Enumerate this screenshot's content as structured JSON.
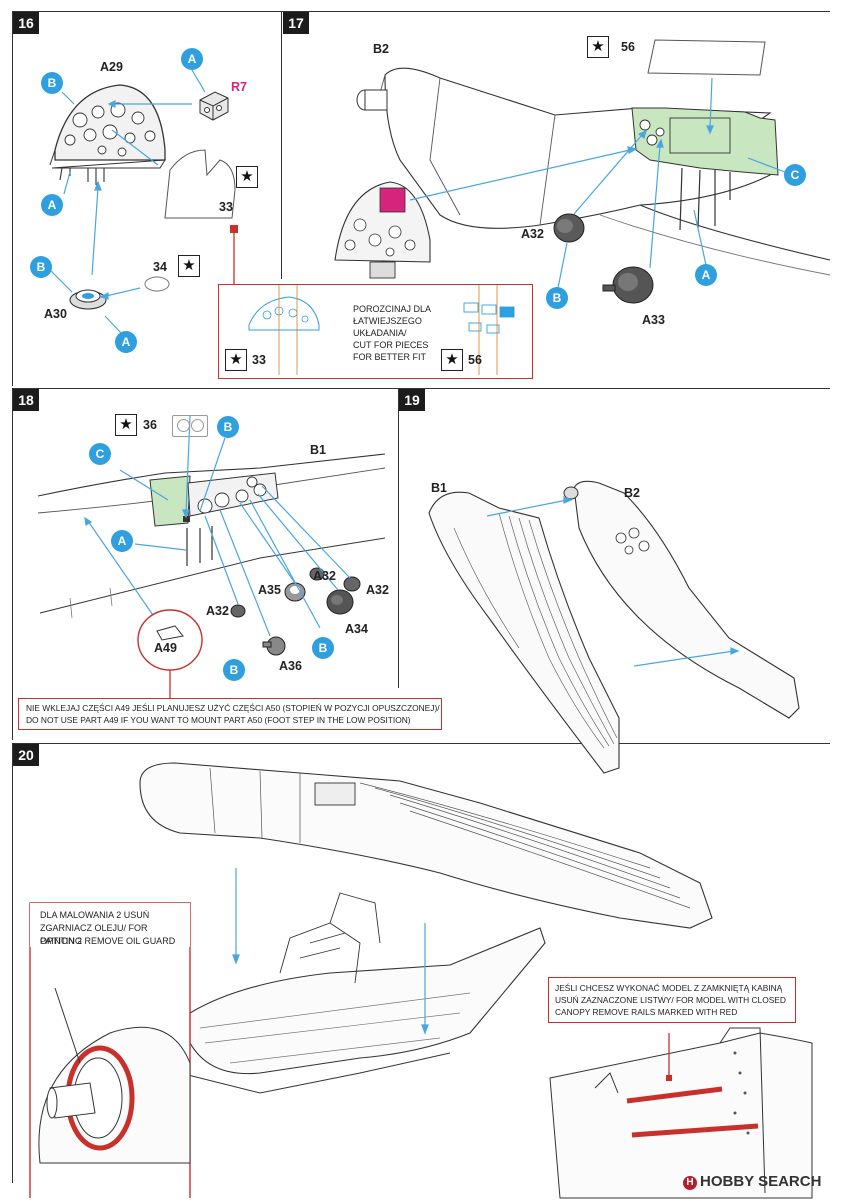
{
  "steps": {
    "s16": {
      "number": "16",
      "labels": {
        "a29": "A29",
        "r7": "R7",
        "p33": "33",
        "p34": "34",
        "a30": "A30"
      },
      "callouts": {
        "b1": "B",
        "a1": "A",
        "a2": "A",
        "b2": "B",
        "a3": "A"
      }
    },
    "s17": {
      "number": "17",
      "labels": {
        "b2": "B2",
        "p56": "56",
        "a32": "A32",
        "a33": "A33"
      },
      "callouts": {
        "c": "C",
        "a": "A",
        "b": "B"
      }
    },
    "s18": {
      "number": "18",
      "labels": {
        "p36": "36",
        "b1": "B1",
        "a35": "A35",
        "a32a": "A32",
        "a32b": "A32",
        "a32c": "A32",
        "a34": "A34",
        "a36": "A36",
        "a49": "A49"
      },
      "callouts": {
        "b1": "B",
        "c": "C",
        "a": "A",
        "b2": "B",
        "b3": "B"
      }
    },
    "s19": {
      "number": "19",
      "labels": {
        "b1": "B1",
        "b2": "B2"
      }
    },
    "s20": {
      "number": "20"
    }
  },
  "cut_note": {
    "text_lines": [
      "POROZCINAJ DLA",
      "ŁATWIEJSZEGO",
      "UKŁADANIA/",
      "CUT FOR PIECES",
      "FOR BETTER FIT"
    ],
    "p33": "33",
    "p56": "56"
  },
  "a49_note": {
    "line1": "NIE WKLEJAJ CZĘŚCI A49 JEŚLI PLANUJESZ UŻYĆ CZĘŚCI A50 (STOPIEŃ W POZYCJI OPUSZCZONEJ)/",
    "line2": "DO NOT USE PART A49 IF YOU WANT TO MOUNT PART  A50 (FOOT STEP IN THE LOW POSITION)"
  },
  "oil_note": {
    "lines": [
      "DLA MALOWANIA 2 USUŃ",
      "ZGARNIACZ OLEJU/ FOR PAINTING",
      "OPTION 2 REMOVE OIL GUARD"
    ]
  },
  "canopy_note": {
    "lines": [
      "JEŚLI CHCESZ WYKONAĆ MODEL Z ZAMKNIĘTĄ KABINĄ",
      "USUŃ ZAZNACZONE LISTWY/ FOR MODEL WITH CLOSED",
      "CANOPY REMOVE RAILS MARKED WITH RED"
    ]
  },
  "watermark": {
    "logo": "H",
    "text": "HOBBY SEARCH"
  },
  "star_symbol": "★",
  "colors": {
    "callout": "#2f9fe0",
    "highlight_green": "#c8e6c0",
    "highlight_pink": "#d6237c",
    "note_red": "#c9302c",
    "arrow_blue": "#4aa6df"
  }
}
